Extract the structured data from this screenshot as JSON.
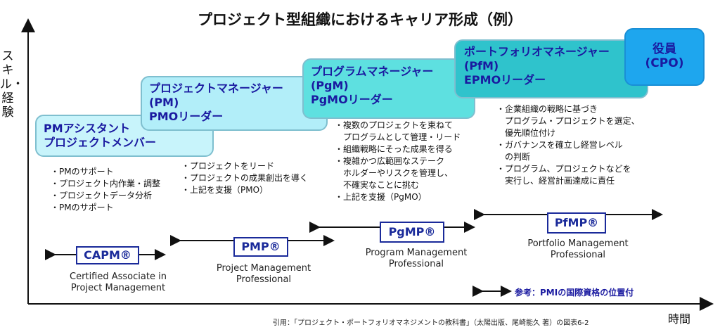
{
  "title": "プロジェクト型組織におけるキャリア形成（例）",
  "y_axis_label": "スキル・経験",
  "x_axis_label": "時間",
  "stages": [
    {
      "lines": [
        "PMアシスタント",
        "プロジェクトメンバー"
      ],
      "fill": "#c8f4fb"
    },
    {
      "lines": [
        "プロジェクトマネージャー",
        "(PM)",
        "PMOリーダー"
      ],
      "fill": "#b2eef9"
    },
    {
      "lines": [
        "プログラムマネージャー",
        "(PgM)",
        "PgMOリーダー"
      ],
      "fill": "#5ee0e0"
    },
    {
      "lines": [
        "ポートフォリオマネージャー",
        "(PfM)",
        "EPMOリーダー"
      ],
      "fill": "#2fc3cc"
    },
    {
      "lines": [
        "役員",
        "(CPO)"
      ],
      "fill": "#1ea6ee"
    }
  ],
  "bullets": [
    [
      "・PMのサポート",
      "・プロジェクト内作業・調整",
      "・プロジェクトデータ分析",
      "・PMのサポート"
    ],
    [
      "・プロジェクトをリード",
      "・プロジェクトの成果創出を導く",
      "・上記を支援（PMO）"
    ],
    [
      "・複数のプロジェクトを束ねて",
      "　プログラムとして管理・リード",
      "・組織戦略にそった成果を得る",
      "・複雑かつ広範囲なステーク",
      "　ホルダーやリスクを管理し、",
      "　不確実なことに挑む",
      "・上記を支援（PgMO）"
    ],
    [
      "・企業組織の戦略に基づき",
      "　プログラム・プロジェクトを選定、",
      "　優先順位付け",
      "・ガバナンスを確立し経営レベル",
      "　の判断",
      "・プログラム、プロジェクトなどを",
      "　実行し、経営計画達成に責任"
    ]
  ],
  "certifications": [
    {
      "label": "CAPM®",
      "description": [
        "Certified Associate in",
        "Project Management"
      ]
    },
    {
      "label": "PMP®",
      "description": [
        "Project Management",
        "Professional"
      ]
    },
    {
      "label": "PgMP®",
      "description": [
        "Program Management",
        "Professional"
      ]
    },
    {
      "label": "PfMP®",
      "description": [
        "Portfolio Management",
        "Professional"
      ]
    }
  ],
  "note": "参考：PMIの国際資格の位置付",
  "citation": "引用：「プロジェクト・ポートフォリオマネジメントの教科書」（太陽出版、尾崎能久 著）の図表6-2"
}
